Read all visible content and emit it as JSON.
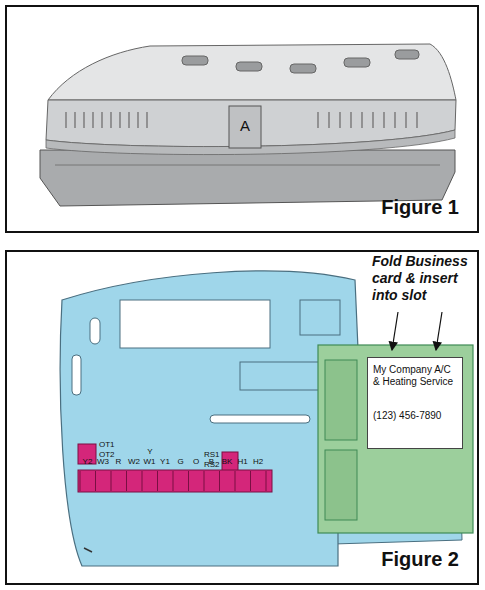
{
  "diagram": {
    "nodes": [
      {
        "text": [
          "Figure 1"
        ]
      },
      {
        "text": [
          "Figure 2"
        ]
      },
      {
        "text": [
          "My Company A/C & Heating Service",
          "(123) 456-7890"
        ],
        "in": 1
      }
    ],
    "labels": [
      "A",
      "Fold Business card & insert into slot",
      "OT1",
      "OT2",
      "Y",
      "RS1",
      "RS2",
      "Y2",
      "W3",
      "R",
      "W2",
      "W1",
      "Y1",
      "G",
      "O",
      "B",
      "BK",
      "H1",
      "H2"
    ]
  }
}
